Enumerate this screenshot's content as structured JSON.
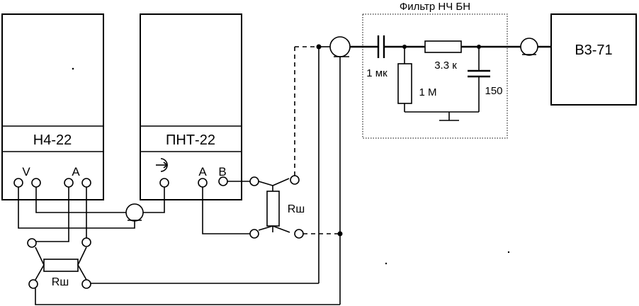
{
  "instruments": {
    "n4": {
      "name": "Н4-22",
      "term_v": "V",
      "term_a": "A"
    },
    "pnt": {
      "name": "ПНТ-22",
      "term_a": "A",
      "term_b": "B"
    },
    "v3": {
      "name": "В3-71"
    }
  },
  "filter": {
    "title": "Фильтр НЧ БН",
    "c1": "1 мк",
    "r1": "3.3 к",
    "r2": "1 М",
    "c2": "150"
  },
  "shunts": {
    "left": "Rш",
    "right": "Rш"
  }
}
